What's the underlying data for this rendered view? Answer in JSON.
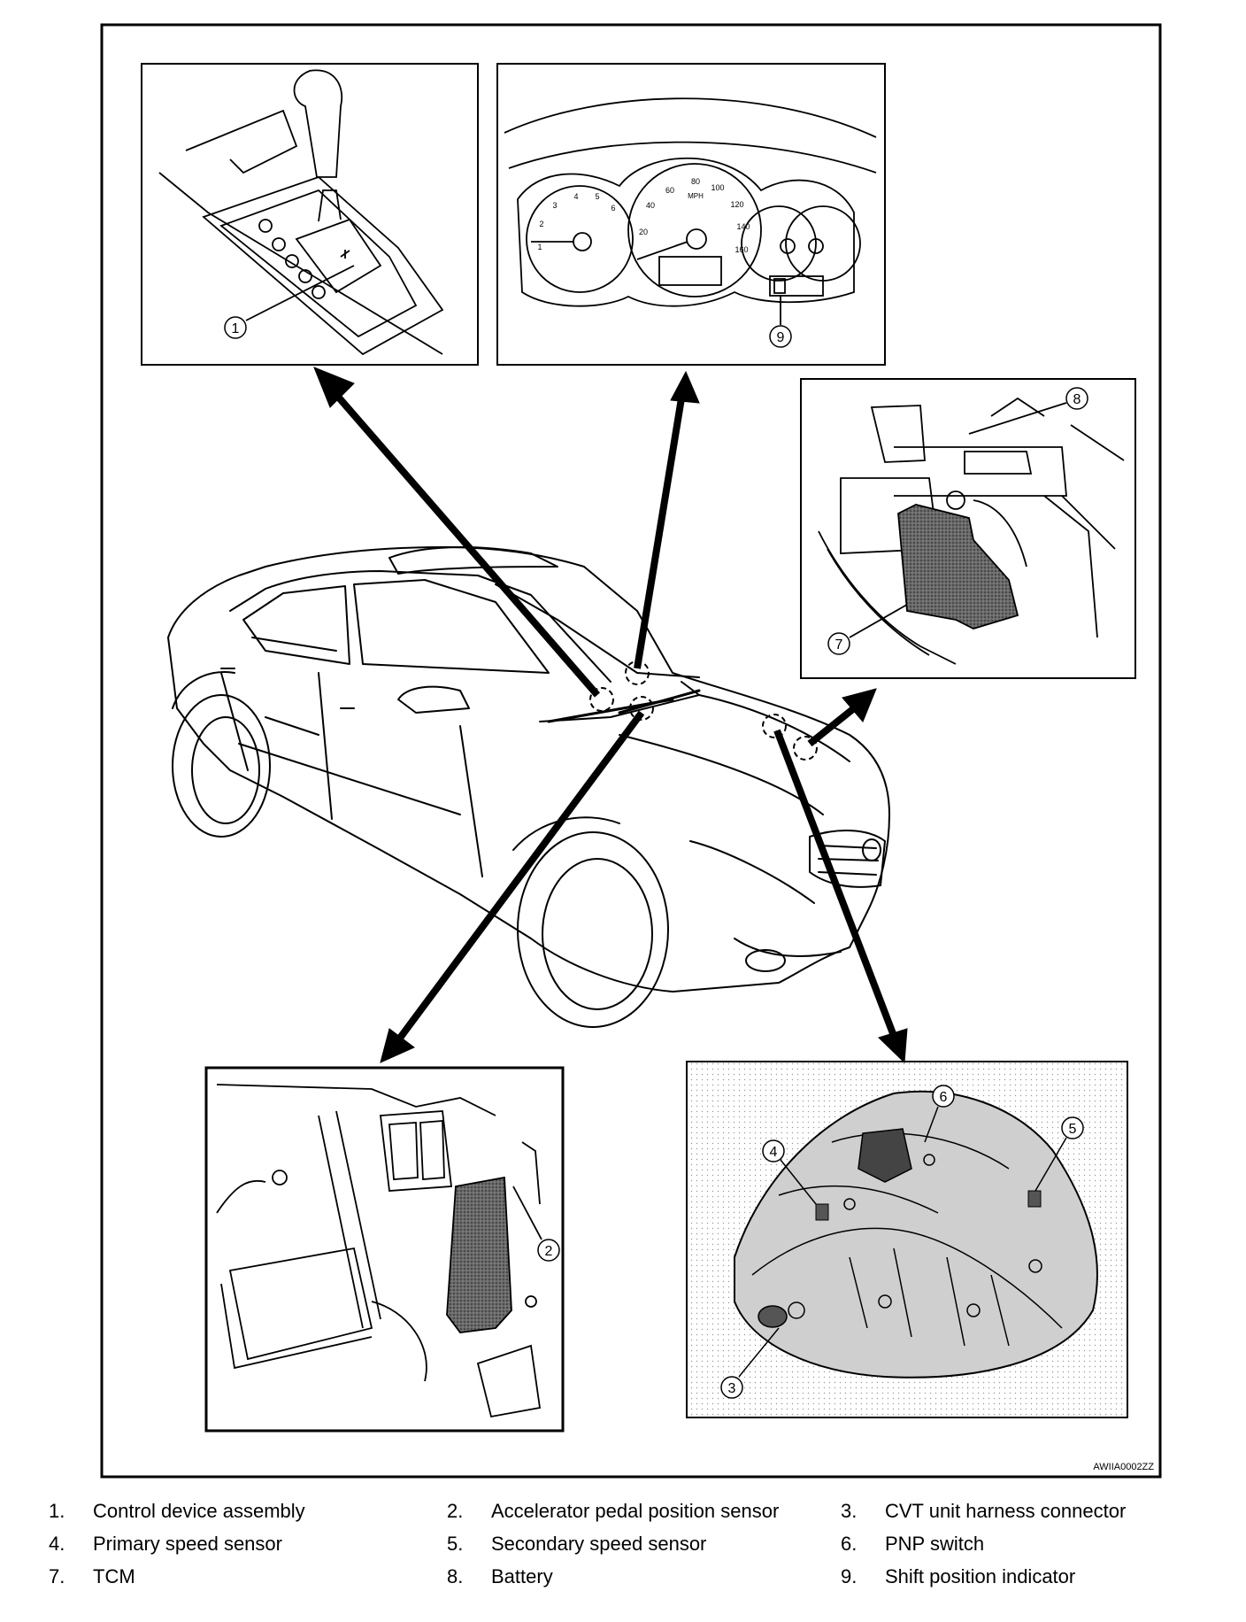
{
  "figure_code": "AWIIA0002ZZ",
  "speedometer": {
    "unit": "MPH",
    "ticks": [
      "20",
      "40",
      "60",
      "80",
      "100",
      "120",
      "140",
      "160"
    ]
  },
  "tachometer": {
    "ticks": [
      "1",
      "2",
      "3",
      "4",
      "5",
      "6"
    ]
  },
  "callouts": [
    "1",
    "2",
    "3",
    "4",
    "5",
    "6",
    "7",
    "8",
    "9"
  ],
  "legend": [
    {
      "num": "1.",
      "text": "Control device assembly"
    },
    {
      "num": "2.",
      "text": "Accelerator pedal position sensor"
    },
    {
      "num": "3.",
      "text": "CVT unit harness connector"
    },
    {
      "num": "4.",
      "text": "Primary speed sensor"
    },
    {
      "num": "5.",
      "text": "Secondary speed sensor"
    },
    {
      "num": "6.",
      "text": "PNP switch"
    },
    {
      "num": "7.",
      "text": "TCM"
    },
    {
      "num": "8.",
      "text": "Battery"
    },
    {
      "num": "9.",
      "text": "Shift position indicator"
    }
  ]
}
